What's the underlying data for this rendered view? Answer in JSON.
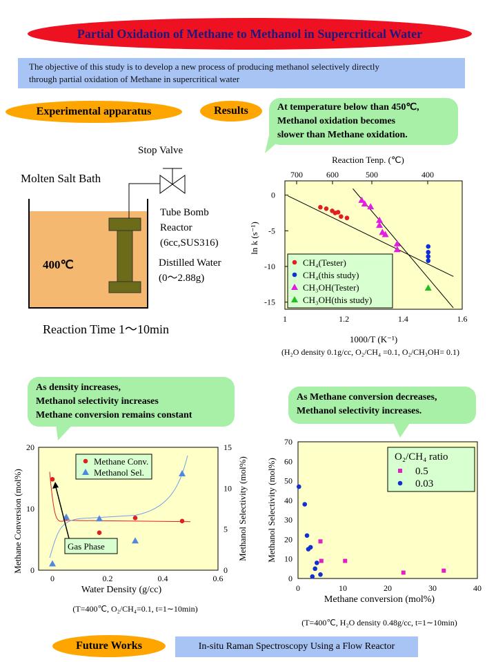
{
  "title": "Partial Oxidation of Methane to Methanol in Supercritical Water",
  "objective": [
    "The objective of this study is to develop a new process of producing methanol selectively directly",
    "through partial oxidation of Methane in supercritical water"
  ],
  "sections": {
    "apparatus": "Experimental apparatus",
    "results": "Results",
    "future_works": "Future Works",
    "future_works_text": "In-situ Raman Spectroscopy Using a Flow Reactor"
  },
  "apparatus": {
    "stop_valve": "Stop Valve",
    "bath": "Molten Salt Bath",
    "temperature": "400℃",
    "reactor": [
      "Tube Bomb",
      "Reactor",
      "(6cc,SUS316)"
    ],
    "water": [
      "Distilled Water",
      "(0～2.88g)"
    ],
    "reaction_time": "Reaction Time 1～10min"
  },
  "bubbles": {
    "b1": [
      "At temperature below than 450℃,",
      "Methanol oxidation becomes",
      "slower than Methane oxidation."
    ],
    "b2": [
      "As density increases,",
      "Methanol selectivity increases",
      "Methane conversion remains constant"
    ],
    "b3": [
      "As Methane conversion decreases,",
      "Methanol selectivity increases."
    ]
  },
  "colors": {
    "title_oval": "#ee1122",
    "title_text": "#1a1a80",
    "objective_bg": "#a8c4f4",
    "pill": "#ffa500",
    "bubble": "#a8f0a8",
    "panel": "#ffffc8"
  },
  "chart_data": [
    {
      "type": "scatter",
      "title": "",
      "top_axis_label": "Reaction Tenp. (℃)",
      "top_ticks": [
        "700",
        "600",
        "500",
        "400"
      ],
      "xlabel": "1000/T (K⁻¹)",
      "ylabel": "ln k (s⁻¹)",
      "xlim": [
        1,
        1.6
      ],
      "ylim": [
        -16,
        2
      ],
      "xticks": [
        "1",
        "1.2",
        "1.4",
        "1.6"
      ],
      "yticks": [
        "0",
        "-5",
        "-10",
        "-15"
      ],
      "caption": "(H₂O density 0.1g/cc, O₂/CH₄ =0.1, O₂/CH₃OH= 0.1)",
      "series": [
        {
          "name": "CH₄(Tester)",
          "marker": "circle",
          "color": "#e02020",
          "points": [
            [
              1.12,
              -1.7
            ],
            [
              1.14,
              -1.9
            ],
            [
              1.16,
              -2.2
            ],
            [
              1.17,
              -2.5
            ],
            [
              1.18,
              -2.4
            ],
            [
              1.19,
              -3.0
            ],
            [
              1.21,
              -3.2
            ]
          ]
        },
        {
          "name": "CH₄(this study)",
          "marker": "circle",
          "color": "#1030d0",
          "points": [
            [
              1.485,
              -7.2
            ],
            [
              1.485,
              -8.0
            ],
            [
              1.485,
              -8.6
            ],
            [
              1.485,
              -9.2
            ]
          ]
        },
        {
          "name": "CH₃OH(Tester)",
          "marker": "triangle",
          "color": "#e020e0",
          "points": [
            [
              1.26,
              -0.7
            ],
            [
              1.27,
              -1.2
            ],
            [
              1.29,
              -1.6
            ],
            [
              1.32,
              -3.5
            ],
            [
              1.32,
              -4.2
            ],
            [
              1.33,
              -5.2
            ],
            [
              1.34,
              -5.5
            ],
            [
              1.38,
              -6.8
            ],
            [
              1.38,
              -7.6
            ]
          ]
        },
        {
          "name": "CH₃OH(this study)",
          "marker": "triangle",
          "color": "#20c020",
          "points": [
            [
              1.485,
              -13.0
            ]
          ]
        }
      ],
      "fits": [
        {
          "x": [
            1.01,
            1.57
          ],
          "y": [
            -0.1,
            -11.4
          ]
        },
        {
          "x": [
            1.23,
            1.57
          ],
          "y": [
            0.9,
            -15.8
          ]
        }
      ]
    },
    {
      "type": "scatter",
      "title": "",
      "xlabel": "Water Density (g/cc)",
      "ylabel": "Methane Conversion (mol%)",
      "y2label": "Methanol Selectivity (mol%)",
      "xlim": [
        -0.05,
        0.6
      ],
      "ylim": [
        0,
        20
      ],
      "y2lim": [
        0,
        15
      ],
      "xticks": [
        "0",
        "0.2",
        "0.4",
        "0.6"
      ],
      "yticks": [
        "0",
        "10",
        "20"
      ],
      "y2ticks": [
        "0",
        "5",
        "10",
        "15"
      ],
      "caption": "(T=400℃, O₂/CH₄=0.1, t=1∼10min)",
      "annotation": "Gas Phase",
      "series": [
        {
          "name": "Methane Conv.",
          "axis": "left",
          "marker": "circle",
          "color": "#e02020",
          "x": [
            0,
            0.05,
            0.17,
            0.3,
            0.47
          ],
          "y": [
            14.8,
            8.5,
            6.1,
            8.5,
            8.0
          ]
        },
        {
          "name": "Methanol Sel.",
          "axis": "right",
          "marker": "triangle",
          "color": "#5088e0",
          "x": [
            0,
            0.05,
            0.17,
            0.3,
            0.47
          ],
          "y": [
            0.8,
            6.5,
            6.3,
            3.6,
            11.8
          ]
        }
      ]
    },
    {
      "type": "scatter",
      "title": "",
      "xlabel": "Methane conversion (mol%)",
      "ylabel": "Methanol Selectivity (mol%)",
      "xlim": [
        0,
        40
      ],
      "ylim": [
        0,
        70
      ],
      "xticks": [
        "0",
        "10",
        "20",
        "30",
        "40"
      ],
      "yticks": [
        "0",
        "10",
        "20",
        "30",
        "40",
        "50",
        "60",
        "70"
      ],
      "legend_title": "O₂/CH₄ ratio",
      "caption": "(T=400℃, H₂O density 0.48g/cc, t=1∼10min)",
      "series": [
        {
          "name": "0.5",
          "marker": "square",
          "color": "#e020c0",
          "x": [
            5,
            5.2,
            10.5,
            23.5,
            32.5
          ],
          "y": [
            19,
            9,
            9,
            3,
            4
          ]
        },
        {
          "name": "0.03",
          "marker": "circle",
          "color": "#1030d0",
          "x": [
            0.2,
            1.5,
            2.0,
            2.3,
            2.8,
            3.2,
            3.8,
            4.2,
            5.0
          ],
          "y": [
            47,
            38,
            22,
            15,
            16,
            1,
            5,
            8,
            2
          ]
        }
      ]
    }
  ]
}
